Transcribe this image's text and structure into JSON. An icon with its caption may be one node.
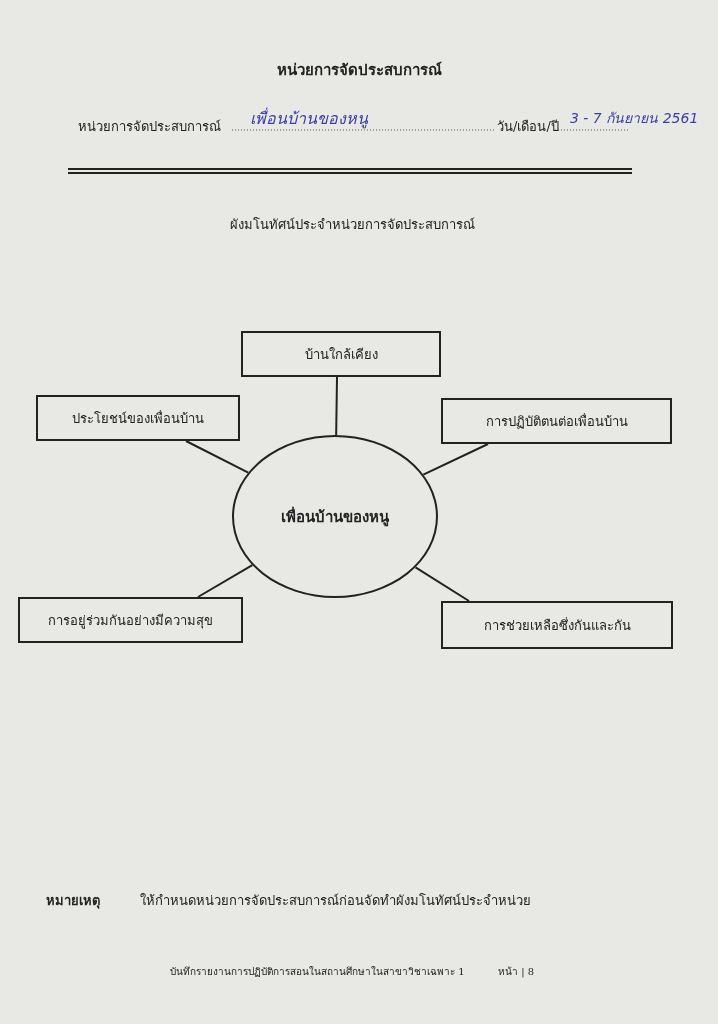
{
  "diagram": {
    "title": "หน่วยการจัดประสบการณ์",
    "nodes": [
      {
        "text": [
          "บ้านใกล้เคียง"
        ]
      },
      {
        "text": [
          "ประโยชน์ของเพื่อนบ้าน"
        ]
      },
      {
        "text": [
          "การปฏิบัติตนต่อเพื่อนบ้าน"
        ]
      },
      {
        "text": [
          "เพื่อนบ้านของหนู"
        ]
      },
      {
        "text": [
          "การอยู่ร่วมกันอย่างมีความสุข"
        ]
      },
      {
        "text": [
          "การช่วยเหลือซึ่งกันและกัน"
        ]
      }
    ],
    "edges": [
      {
        "from": 3,
        "to": 0,
        "arrow": "none"
      },
      {
        "from": 3,
        "to": 1,
        "arrow": "none"
      },
      {
        "from": 3,
        "to": 2,
        "arrow": "none"
      },
      {
        "from": 3,
        "to": 4,
        "arrow": "none"
      },
      {
        "from": 3,
        "to": 5,
        "arrow": "none"
      }
    ],
    "labels": [
      "หน่วยการจัดประสบการณ์",
      "เพื่อนบ้านของหนู",
      "วัน/เดือน/ปี",
      "3 - 7 กันยายน 2561",
      "ผังมโนทัศน์ประจำหน่วยการจัดประสบการณ์",
      "หมายเหตุ",
      "ให้กำหนดหน่วยการจัดประสบการณ์ก่อนจัดทำผังมโนทัศน์ประจำหน่วย",
      "บันทึกรายงานการปฏิบัติการสอนในสถานศึกษาในสาขาวิชาเฉพาะ 1",
      "หน้า | 8"
    ]
  }
}
